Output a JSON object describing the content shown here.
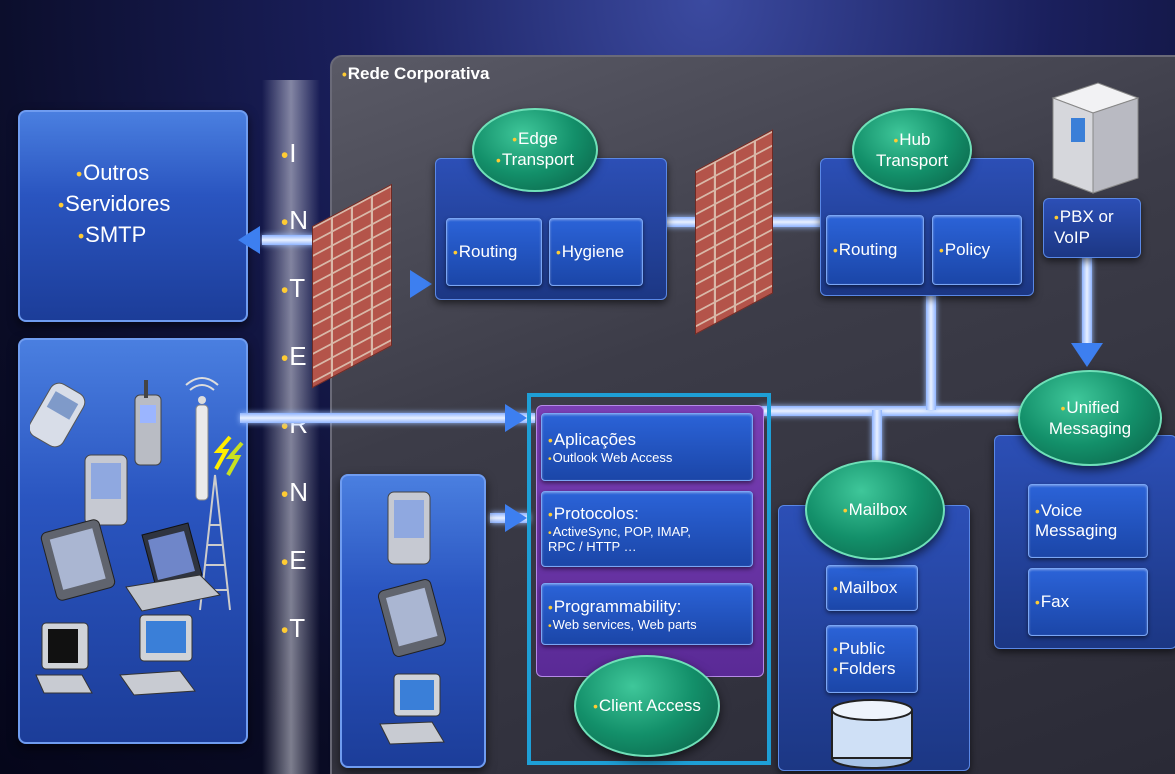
{
  "corporate_network": {
    "label": "Rede Corporativa"
  },
  "internet_letters": [
    "I",
    "N",
    "T",
    "E",
    "R",
    "N",
    "E",
    "T"
  ],
  "smtp_servers": {
    "lines": [
      "Outros",
      "Servidores",
      "SMTP"
    ]
  },
  "edge_transport": {
    "title_line1": "Edge",
    "title_line2": "Transport",
    "items": [
      "Routing",
      "Hygiene"
    ]
  },
  "hub_transport": {
    "title_line1": "Hub",
    "title_line2": "Transport",
    "items": [
      "Routing",
      "Policy"
    ]
  },
  "pbx": {
    "line1": "PBX or",
    "line2": "VoIP"
  },
  "client_access": {
    "title": "Client Access",
    "sections": [
      {
        "heading": "Aplicações",
        "detail": "Outlook Web Access"
      },
      {
        "heading": "Protocolos:",
        "detail_line1": "ActiveSync, POP, IMAP,",
        "detail_line2": "RPC / HTTP …"
      },
      {
        "heading": "Programmability:",
        "detail": "Web services, Web parts"
      }
    ]
  },
  "mailbox": {
    "title": "Mailbox",
    "items": [
      "Mailbox"
    ],
    "public_folders_line1": "Public",
    "public_folders_line2": "Folders"
  },
  "unified_messaging": {
    "title_line1": "Unified",
    "title_line2": "Messaging",
    "voice_line1": "Voice",
    "voice_line2": "Messaging",
    "fax": "Fax"
  },
  "colors": {
    "panel_blue": "#2a55c0",
    "role_green": "#13906a",
    "firewall_brick": "#b4544a",
    "bullet_yellow": "#ffcc33",
    "client_access_frame": "#1e9fd6"
  },
  "icons": [
    "firewall-icon",
    "pbx-server-icon",
    "database-icon",
    "mobile-phone-icon",
    "pda-icon",
    "tablet-pc-icon",
    "laptop-icon",
    "desktop-pc-icon",
    "antenna-tower-icon",
    "wireless-signal-icon"
  ]
}
